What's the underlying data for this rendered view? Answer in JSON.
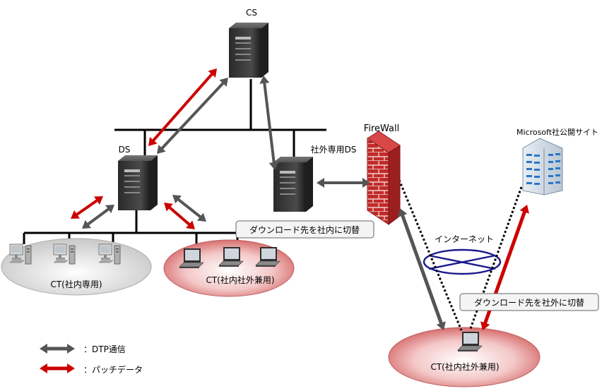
{
  "nodes": {
    "cs": "CS",
    "ds": "DS",
    "external_ds": "社外専用DS",
    "firewall": "FireWall",
    "microsoft_site": "Microsoft社公開サイト",
    "internet": "インターネット"
  },
  "groups": {
    "internal": "CT(社内専用)",
    "internal_external": "CT(社内社外兼用)",
    "remote": "CT(社内社外兼用)"
  },
  "callouts": {
    "switch_internal": "ダウンロード先を社内に切替",
    "switch_external": "ダウンロード先を社外に切替"
  },
  "legend": {
    "dtp": "：DTP通信",
    "patch": "：パッチデータ"
  },
  "colors": {
    "dtp_arrow": "#555555",
    "patch_arrow": "#cc0000",
    "firewall": "#c0292a",
    "internet_ellipse": "#1a1a8c"
  }
}
